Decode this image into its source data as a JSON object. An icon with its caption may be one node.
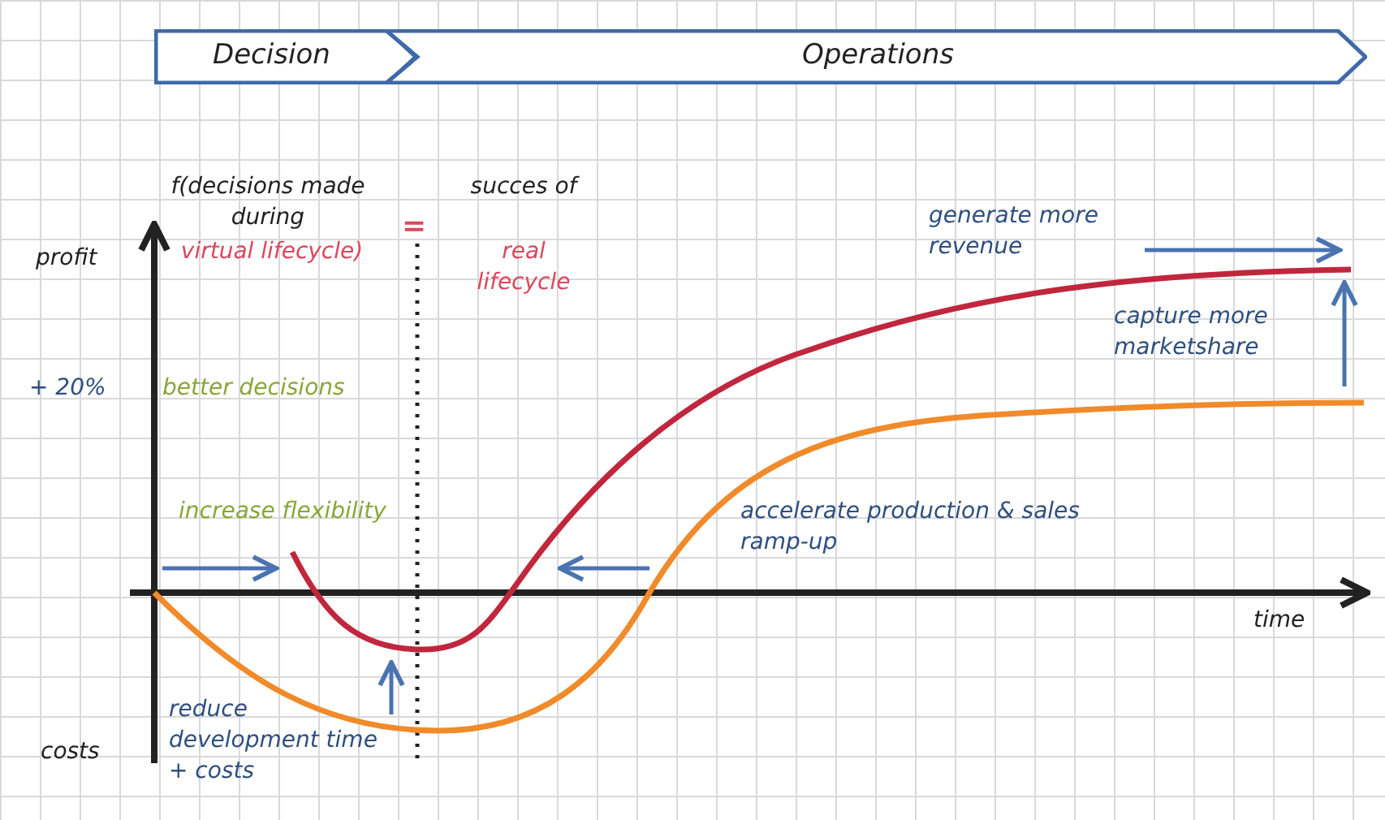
{
  "diagram": {
    "nodes": [
      {
        "text": [
          "Decision"
        ]
      },
      {
        "text": [
          "Operations"
        ]
      }
    ],
    "edges": [],
    "labels": [
      "f(decisions made during",
      "=",
      "succes of",
      "profit",
      "virtual lifecycle)",
      "real lifecycle",
      "generate more revenue",
      "capture more marketshare",
      "+ 20%",
      "better decisions",
      "increase flexibility",
      "accelerate production & sales ramp-up",
      "time",
      "reduce development time + costs",
      "costs"
    ]
  }
}
